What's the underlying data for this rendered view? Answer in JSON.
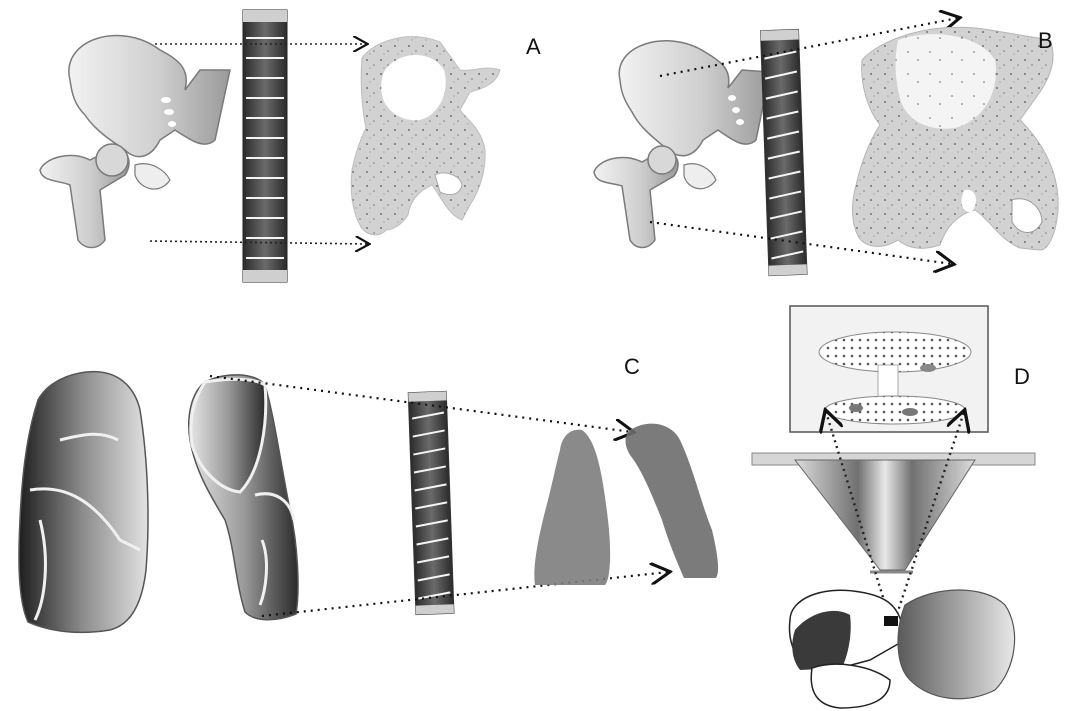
{
  "panels": [
    {
      "id": "A",
      "label": "A"
    },
    {
      "id": "B",
      "label": "B"
    },
    {
      "id": "C",
      "label": "C"
    },
    {
      "id": "D",
      "label": "D"
    }
  ],
  "colors": {
    "bone_light": "#e6e6e6",
    "bone_mid": "#c8c8c8",
    "bone_dark": "#8a8a8a",
    "image_gray": "#cfcfcf",
    "collimator_dark": "#3c3c3c",
    "projection_dots": "#222222"
  }
}
